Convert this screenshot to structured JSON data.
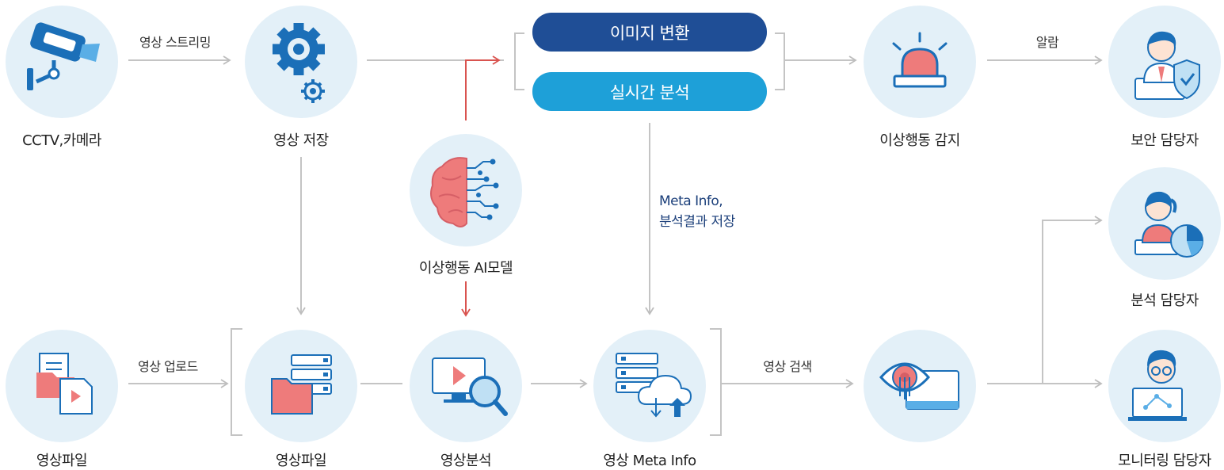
{
  "nodes": {
    "cctv": "CCTV,카메라",
    "video_store": "영상 저장",
    "anomaly_detect": "이상행동 감지",
    "security_manager": "보안 담당자",
    "ai_model": "이상행동 AI모델",
    "analysis_manager": "분석 담당자",
    "video_file_source": "영상파일",
    "video_file_store": "영상파일",
    "video_analysis": "영상분석",
    "video_meta_info": "영상 Meta Info",
    "monitoring_manager": "모니터링 담당자"
  },
  "process": {
    "image_convert": "이미지 변환",
    "realtime_analysis": "실시간 분석"
  },
  "edges": {
    "streaming": "영상 스트리밍",
    "alarm": "알람",
    "upload": "영상 업로드",
    "search": "영상 검색",
    "meta_store_line1": "Meta Info,",
    "meta_store_line2": "분석결과 저장"
  },
  "colors": {
    "circle_bg": "#e3f0f8",
    "pill_dark": "#1f4e96",
    "pill_light": "#1ea0d8",
    "icon_blue": "#1b6fb8",
    "icon_pink": "#ee7b7b",
    "arrow_gray": "#c4c4c4",
    "arrow_red": "#d9534f"
  }
}
